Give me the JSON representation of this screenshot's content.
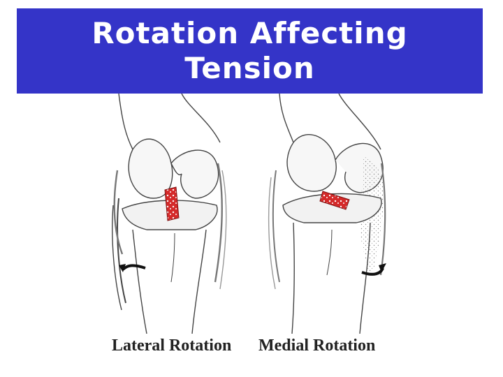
{
  "title": {
    "line1": "Rotation Affecting",
    "line2": "Tension"
  },
  "captions": {
    "left": "Lateral Rotation",
    "right": "Medial Rotation"
  },
  "colors": {
    "title_background": "#3434c8",
    "title_text": "#ffffff",
    "ligament": "#d42a2a"
  }
}
